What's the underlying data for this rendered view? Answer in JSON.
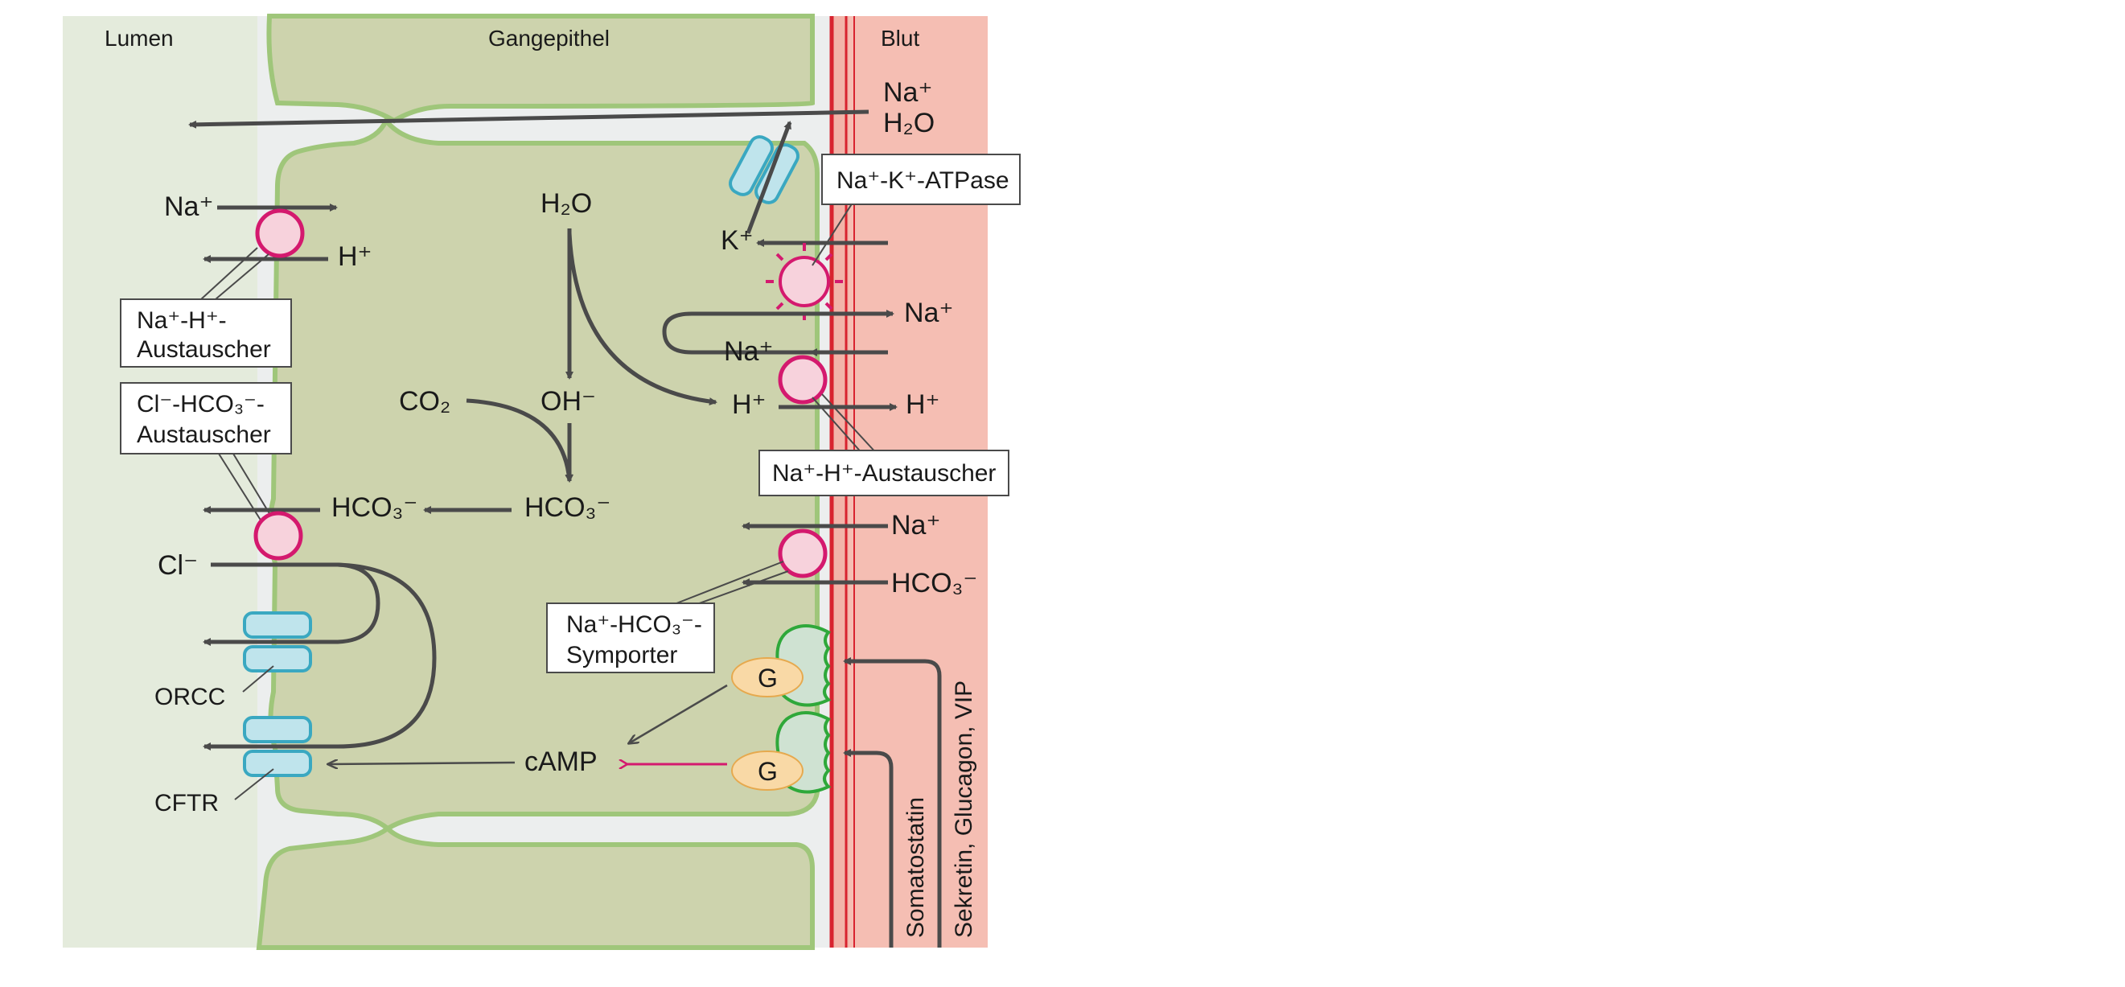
{
  "regions": {
    "lumen": "Lumen",
    "epithel": "Gangepithel",
    "blood": "Blut"
  },
  "boxes": {
    "nhx_left": {
      "line1": "Na⁺-H⁺-",
      "line2": "Austauscher"
    },
    "clhco3": {
      "line1": "Cl⁻-HCO₃⁻-",
      "line2": "Austauscher"
    },
    "atpase": "Na⁺-K⁺-ATPase",
    "nhx_right": "Na⁺-H⁺-Austauscher",
    "symporter": {
      "line1": "Na⁺-HCO₃⁻-",
      "line2": "Symporter"
    }
  },
  "labels": {
    "na_top": "Na⁺",
    "h2o_top": "H₂O",
    "na_lumen": "Na⁺",
    "h_lumen": "H⁺",
    "h2o_cell": "H₂O",
    "oh_cell": "OH⁻",
    "co2_cell": "CO₂",
    "h_cell": "H⁺",
    "hco3_cell": "HCO₃⁻",
    "hco3_lumen": "HCO₃⁻",
    "cl_lumen": "Cl⁻",
    "k_cell": "K⁺",
    "na_recycle_out": "Na⁺",
    "na_recycle_in": "Na⁺",
    "h_blood": "H⁺",
    "na_blood_sym": "Na⁺",
    "hco3_blood": "HCO₃⁻",
    "g_top": "G",
    "g_bottom": "G",
    "camp": "cAMP",
    "orcc": "ORCC",
    "cftr": "CFTR",
    "somatostatin": "Somatostatin",
    "sekretin": "Sekretin, Glucagon, VIP"
  },
  "colors": {
    "lumen_bg": "#e4ebdc",
    "cell_fill": "#cdd3ad",
    "cell_stroke": "#9fc67a",
    "interstitial": "#eceeee",
    "blood": "#f2b4a9",
    "vessel_red": "#d8232f",
    "arrow": "#4a4a4a",
    "transporter": "#d4196e",
    "transporter_fill": "#f7d2dc",
    "channel": "#3aa8c1",
    "channel_fill": "#bfe4ec",
    "receptor": "#2fa83a",
    "receptor_fill": "#cfe2d2",
    "gprotein_fill": "#f9d9a6",
    "inhibit_arrow": "#d4196e"
  }
}
